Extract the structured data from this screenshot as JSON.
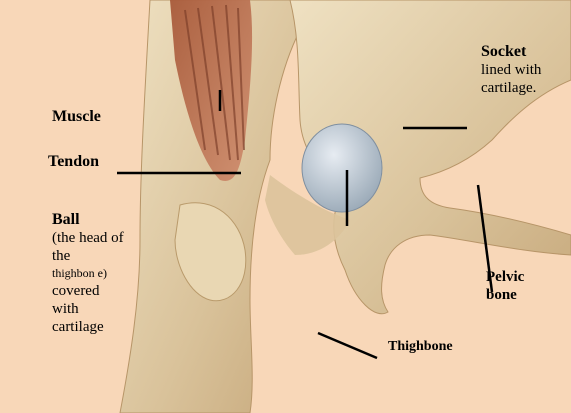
{
  "labels": {
    "socket_title": "Socket",
    "socket_body": "lined with\ncartilage.",
    "muscle": "Muscle",
    "tendon": "Tendon",
    "ball_title": "Ball",
    "ball_line1": "(the head of",
    "ball_line2": "the",
    "ball_line3": "thighbon e)",
    "ball_line4": "covered\nwith\ncartilage",
    "pelvic_bone": "Pelvic\nbone",
    "thighbone": "Thighbone"
  }
}
